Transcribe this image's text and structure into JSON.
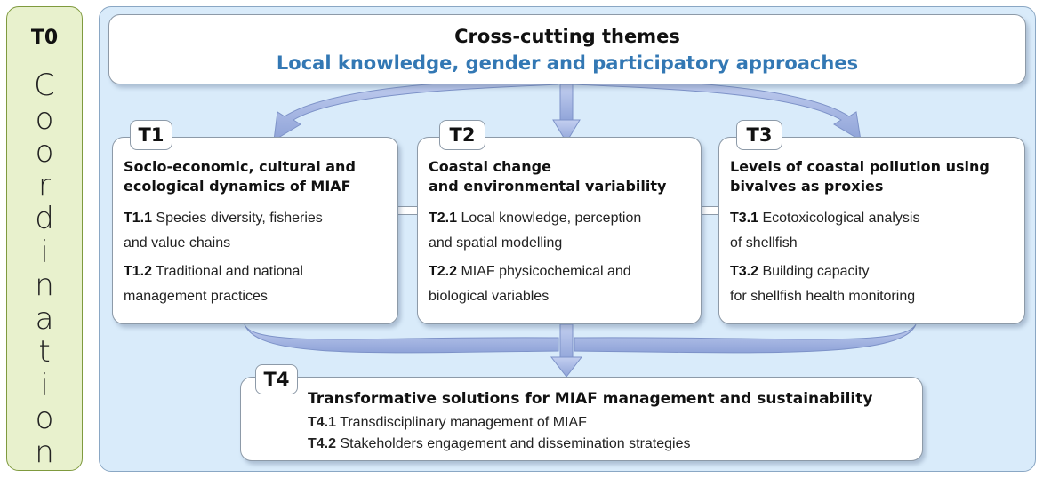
{
  "coordination": {
    "tag": "T0",
    "text": "Coordination"
  },
  "cross_cutting": {
    "title": "Cross-cutting themes",
    "subtitle": "Local knowledge, gender and participatory approaches",
    "subtitle_color": "#3378b4"
  },
  "themes": [
    {
      "tag": "T1",
      "title_lines": [
        "Socio-economic, cultural and",
        "ecological dynamics of MIAF"
      ],
      "items": [
        {
          "code": "T1.1",
          "lines": [
            "Species diversity, fisheries",
            "and value chains"
          ]
        },
        {
          "code": "T1.2",
          "lines": [
            "Traditional and national",
            "management practices"
          ]
        }
      ]
    },
    {
      "tag": "T2",
      "title_lines": [
        "Coastal change",
        "and environmental variability"
      ],
      "items": [
        {
          "code": "T2.1",
          "lines": [
            "Local knowledge, perception",
            "and spatial modelling"
          ]
        },
        {
          "code": "T2.2",
          "lines": [
            "MIAF physicochemical and",
            "biological variables"
          ]
        }
      ]
    },
    {
      "tag": "T3",
      "title_lines": [
        "Levels of coastal pollution using",
        "bivalves as proxies"
      ],
      "items": [
        {
          "code": "T3.1",
          "lines": [
            "Ecotoxicological analysis",
            "of shellfish"
          ]
        },
        {
          "code": "T3.2",
          "lines": [
            "Building capacity",
            "for shellfish health monitoring"
          ]
        }
      ]
    }
  ],
  "solutions": {
    "tag": "T4",
    "title": "Transformative solutions for MIAF management and sustainability",
    "items": [
      {
        "code": "T4.1",
        "text": "Transdisciplinary management of MIAF"
      },
      {
        "code": "T4.2",
        "text": "Stakeholders engagement and dissemination strategies"
      }
    ]
  },
  "colors": {
    "arrow_fill": "#a9b9e3",
    "panel_bg": "#d9ebfa",
    "coordination_bg": "#e8f1cd"
  }
}
